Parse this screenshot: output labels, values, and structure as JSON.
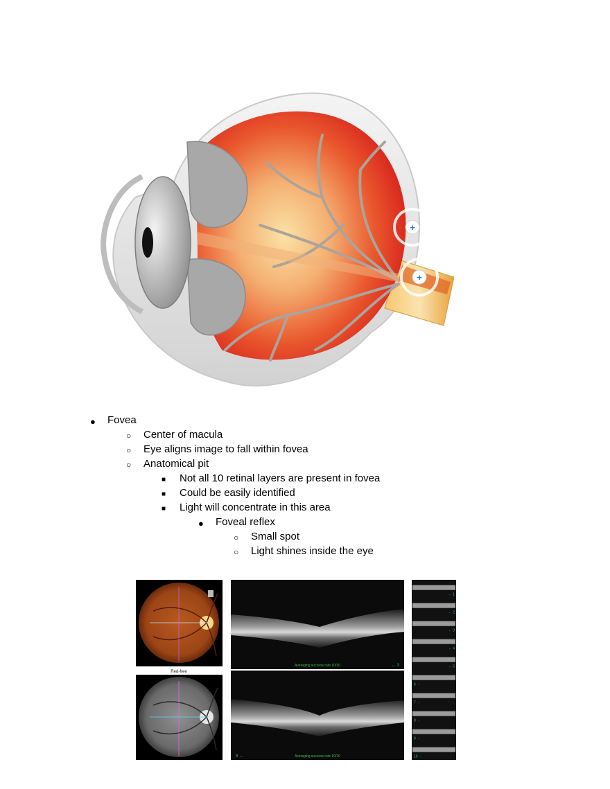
{
  "figure_top": {
    "icon": "eye-anatomy-illustration",
    "hotspots": [
      {
        "symbol": "+"
      },
      {
        "symbol": "+"
      }
    ]
  },
  "outline": [
    {
      "level": 1,
      "bullet": "●",
      "text": "Fovea"
    },
    {
      "level": 2,
      "bullet": "○",
      "text": "Center of macula"
    },
    {
      "level": 2,
      "bullet": "○",
      "text": "Eye aligns image to fall within fovea"
    },
    {
      "level": 2,
      "bullet": "○",
      "text": "Anatomical pit"
    },
    {
      "level": 3,
      "bullet": "■",
      "text": "Not all 10 retinal layers are present in fovea"
    },
    {
      "level": 3,
      "bullet": "■",
      "text": "Could be easily identified"
    },
    {
      "level": 3,
      "bullet": "■",
      "text": "Light will concentrate in this area"
    },
    {
      "level": 4,
      "bullet": "●",
      "text": "Foveal reflex"
    },
    {
      "level": 5,
      "bullet": "○",
      "text": "Small spot"
    },
    {
      "level": 5,
      "bullet": "○",
      "text": "Light shines inside the eye"
    }
  ],
  "figure_bottom": {
    "red_free_label": "Red-free",
    "oct_caption_top": "Averaging success rate 10/10",
    "oct_caption_bottom": "Averaging success rate 10/10",
    "oct_marker_top": "← 3",
    "oct_marker_bottom": "8 →",
    "strip_markers": [
      "← 1",
      "← 2",
      "← 3",
      "← 4",
      "← 5",
      "6 →",
      "7 →",
      "8 →",
      "9 →",
      "10 →"
    ],
    "accent_green": "#39c24a"
  },
  "colors": {
    "retina_red": "#d9231f",
    "retina_center": "#f6c98a",
    "sclera": "#e6e6e6",
    "vessel": "#b0a8a2",
    "hotspot_blue": "#2f6fd6"
  }
}
